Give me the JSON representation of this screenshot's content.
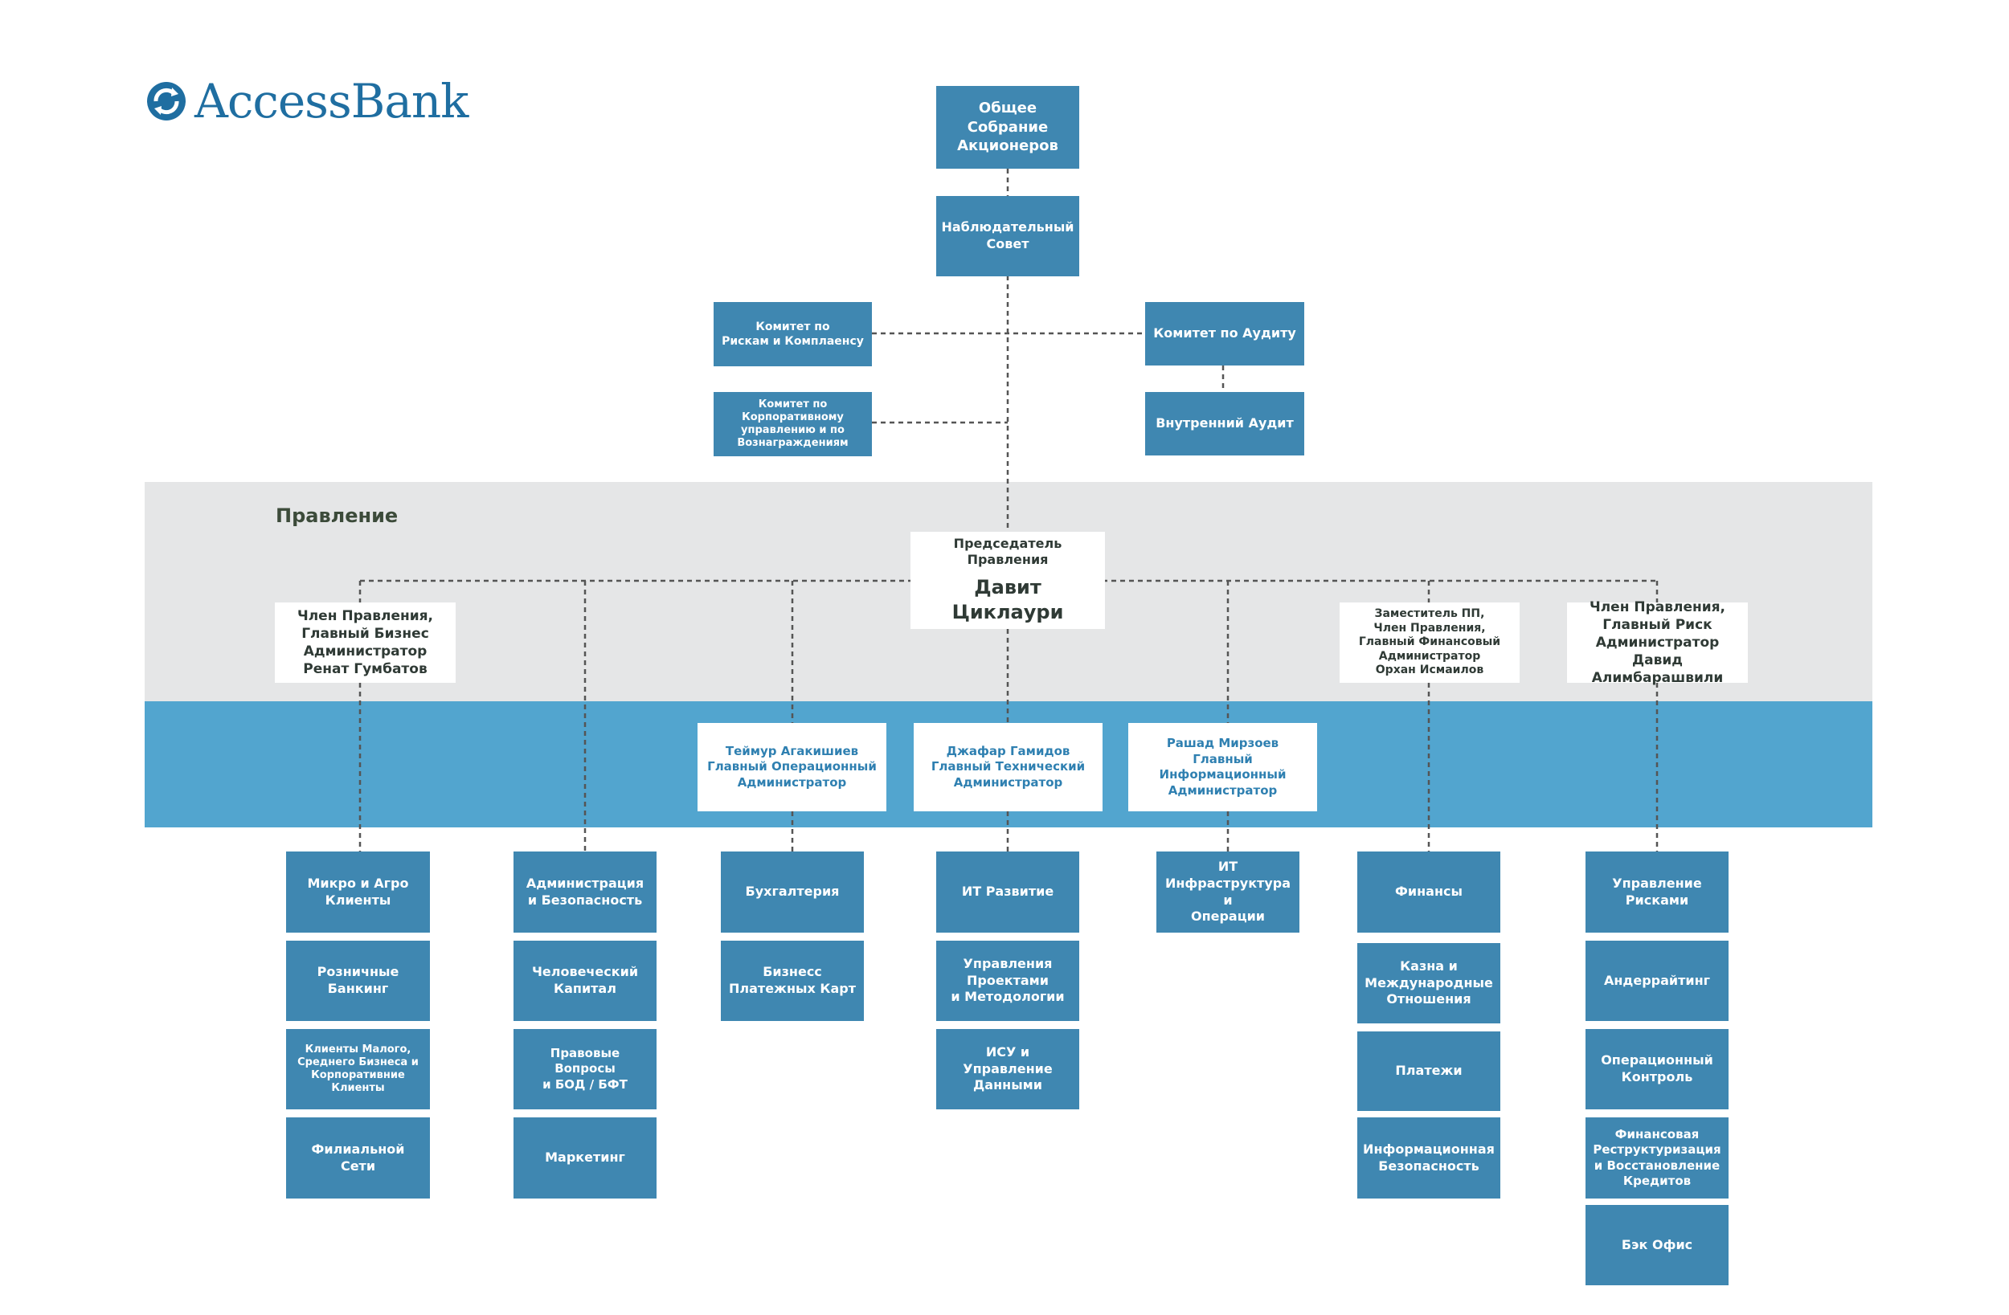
{
  "logo": {
    "text": "AccessBank",
    "icon": "access-bank-swirl-icon",
    "color": "#1f6ea1"
  },
  "colors": {
    "box": "#3f87b1",
    "band_gray": "#e5e6e7",
    "band_blue": "#52a5cf",
    "line": "#555555"
  },
  "top": {
    "shareholders": "Общее\nСобрание\nАкционеров",
    "supervisory": "Наблюдательный\nСовет",
    "risk_committee": "Комитет по\nРискам и Комплаенсу",
    "audit_committee": "Комитет по Аудиту",
    "governance_committee": "Комитет по\nКорпоративному\nуправлению и по\nВознаграждениям",
    "internal_audit": "Внутренний Аудит"
  },
  "board": {
    "label": "Правление",
    "chair_title": "Председатель Правления",
    "chair_name": "Давит Циклаури",
    "cbo": "Член Правления,\nГлавный Бизнес\nАдминистратор\nРенат Гумбатов",
    "deputy_cfo": "Заместитель ПП,\nЧлен Правления,\nГлавный Финансовый\nАдминистратор\nОрхан Исмаилов",
    "cro": "Член Правления,\nГлавный Риск\nАдминистратор\nДавид Алимбарашвили"
  },
  "executives": {
    "coo": "Теймур Агакишиев\nГлавный Операционный\nАдминистратор",
    "cto": "Джафар Гамидов\nГлавный Технический\nАдминистратор",
    "cio": "Рашад Мирзоев\nГлавный Информационный\nАдминистратор"
  },
  "departments": {
    "business": [
      "Микро и Агро\nКлиенты",
      "Розничные\nБанкинг",
      "Клиенты Малого,\nСреднего  Бизнеса и\nКорпоративние\nКлиенты",
      "Филиальной\nСети"
    ],
    "admin": [
      "Администрация\nи Безопасность",
      "Человеческий\nКапитал",
      "Правовые Вопросы\nи БОД / БФТ",
      "Маркетинг"
    ],
    "accounting": [
      "Бухгалтерия",
      "Бизнесс\nПлатежных Карт"
    ],
    "it_dev": [
      "ИТ Развитие",
      "Управления\nПроектами\nи Методологии",
      "ИСУ и Управление\nДанными"
    ],
    "it_infra": [
      "ИТ\nИнфраструктура и\nОперации"
    ],
    "finance": [
      "Финансы",
      "Казна и\nМеждународные\nОтношения",
      "Платежи",
      "Информационная\nБезопасность"
    ],
    "risk": [
      "Управление\nРисками",
      "Андеррайтинг",
      "Операционный\nКонтроль",
      "Финансовая\nРеструктуризация\nи Восстановление\nКредитов",
      "Бэк Офис"
    ]
  }
}
